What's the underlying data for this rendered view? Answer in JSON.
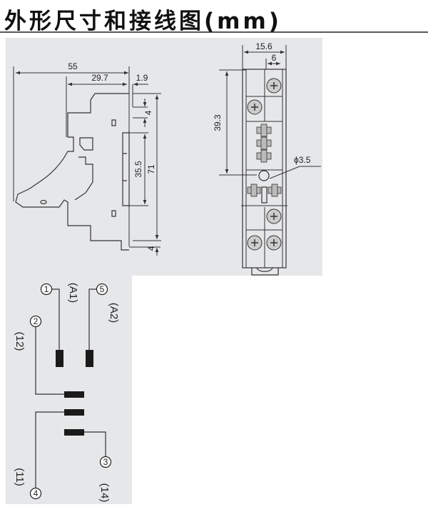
{
  "title": "外形尺寸和接线图(mm)",
  "side_view": {
    "dims": {
      "overall_length": "55",
      "depth": "29.7",
      "offset": "1.9",
      "top_tab": "4",
      "rail_width": "35.5",
      "height": "71",
      "bottom_tab": "4"
    }
  },
  "front_view": {
    "dims": {
      "width": "15.6",
      "pitch": "6",
      "hole_center": "39.3",
      "hole_dia": "ϕ3.5"
    }
  },
  "wiring": {
    "terminals": [
      {
        "num": "1",
        "label": "(A1)"
      },
      {
        "num": "5",
        "label": "(A2)"
      },
      {
        "num": "2",
        "label": "(12)"
      },
      {
        "num": "4",
        "label": "(11)"
      },
      {
        "num": "3",
        "label": "(14)"
      }
    ]
  },
  "colors": {
    "panel": "#e6e7e9",
    "ink": "#222222"
  }
}
